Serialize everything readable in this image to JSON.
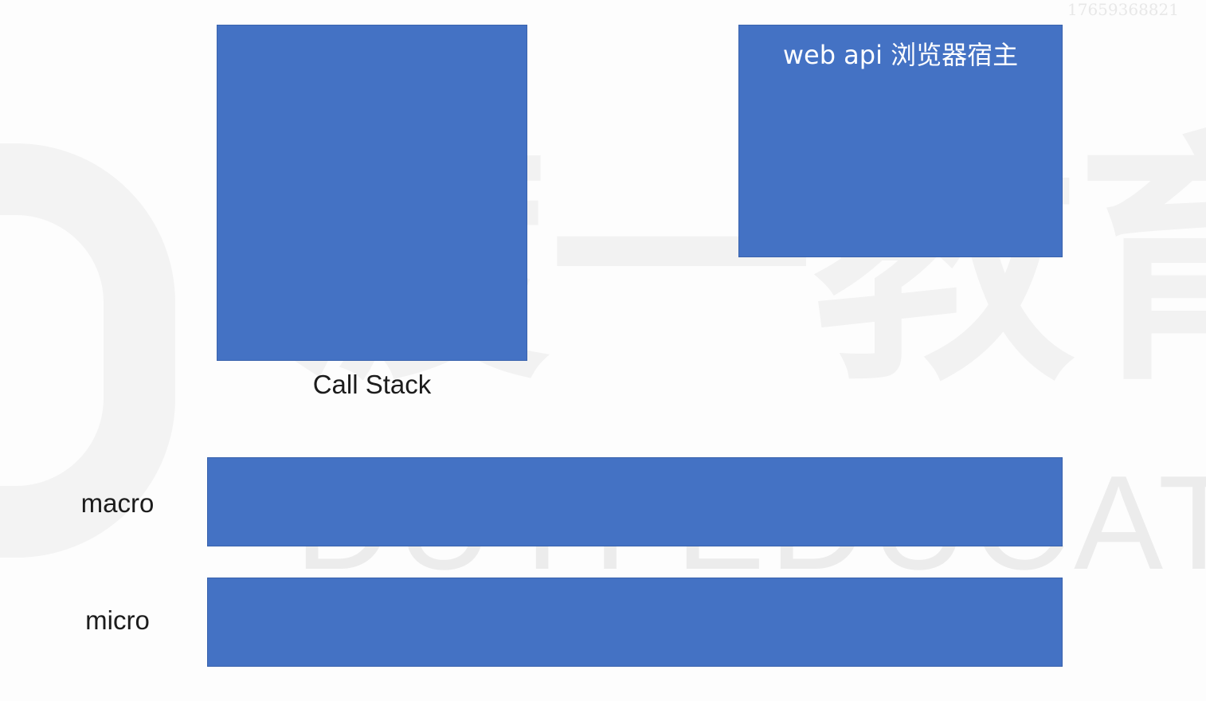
{
  "diagram": {
    "call_stack": {
      "label": "Call Stack"
    },
    "web_api": {
      "title": "web api 浏览器宿主"
    },
    "queues": {
      "macro_label": "macro",
      "micro_label": "micro"
    }
  },
  "watermark": {
    "latin_text": "DUYI EDUCATIO",
    "glyph_text": "渡一教育",
    "stamp_text": "17659368821"
  },
  "colors": {
    "box_fill": "#4472c4",
    "box_text": "#ffffff",
    "label_text": "#1c1c1c",
    "background": "#fdfdfd"
  }
}
